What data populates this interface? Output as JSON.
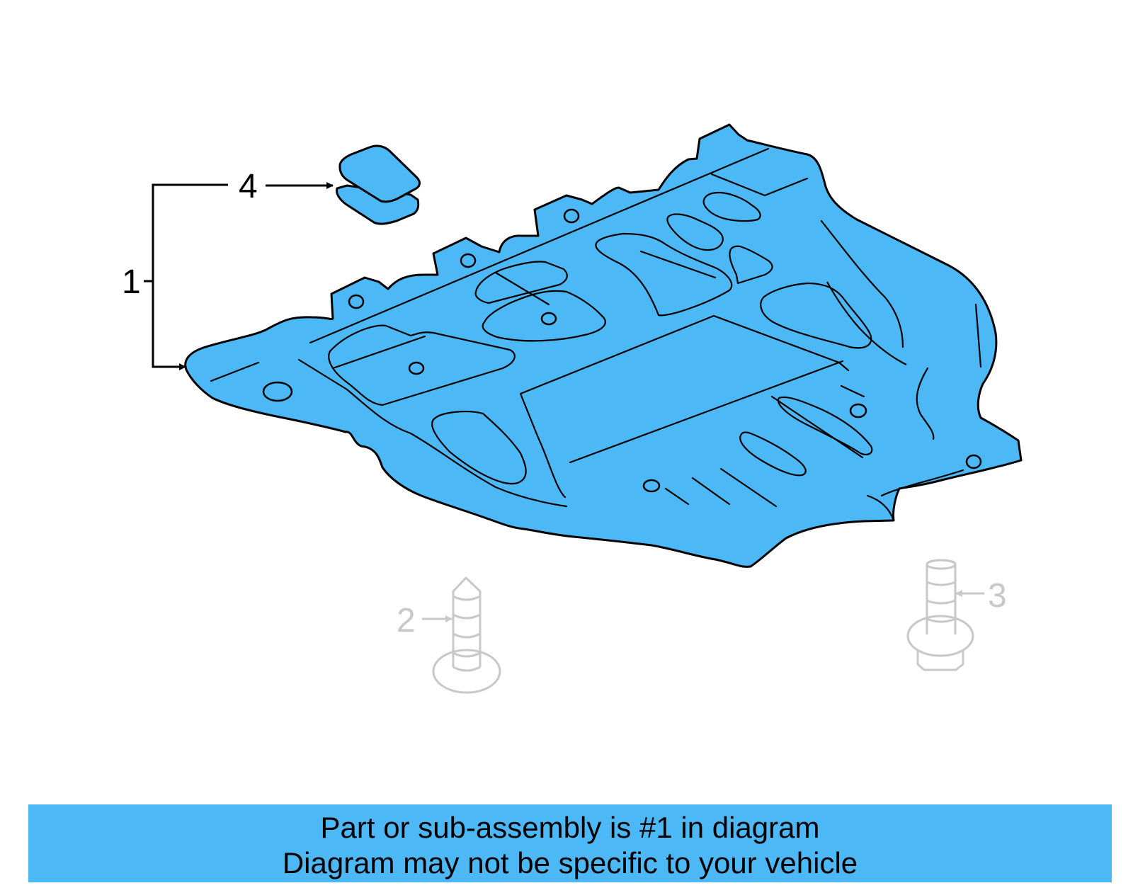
{
  "colors": {
    "part_fill": "#4cb8f5",
    "outline": "#000000",
    "ghost_parts": "#c8c8c8",
    "banner": "#4cb8f5",
    "text": "#000000"
  },
  "callouts": {
    "part_1": "1",
    "part_2": "2",
    "part_3": "3",
    "part_4": "4"
  },
  "parts": {
    "part_1": {
      "name": "under-cover-shield",
      "highlighted": true
    },
    "part_2": {
      "name": "screw",
      "highlighted": false
    },
    "part_3": {
      "name": "bolt",
      "highlighted": false
    },
    "part_4": {
      "name": "clip",
      "highlighted": true
    }
  },
  "banner": {
    "line1": "Part or sub-assembly is #1 in diagram",
    "line2": "Diagram may not be specific to your vehicle"
  }
}
